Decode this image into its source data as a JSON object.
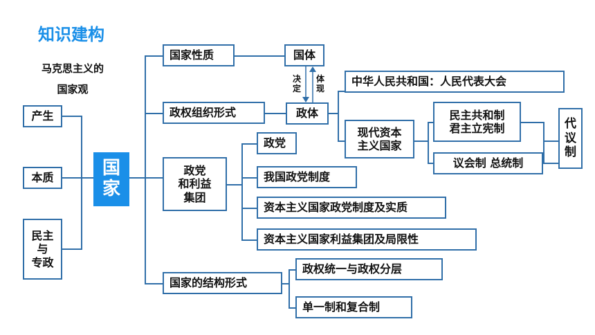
{
  "header": {
    "title": "知识建构",
    "subtitle_line1": "马克思主义的",
    "subtitle_line2": "国家观"
  },
  "center": {
    "char1": "国",
    "char2": "家"
  },
  "left_nodes": {
    "produce": "产生",
    "essence": "本质",
    "democracy_l1": "民主",
    "democracy_l2": "与",
    "democracy_l3": "专政"
  },
  "branches": {
    "nature": "国家性质",
    "org_form": "政权组织形式",
    "party_l1": "政党",
    "party_l2": "和利益",
    "party_l3": "集团",
    "structure": "国家的结构形式"
  },
  "nature_branch": {
    "state_system": "国体",
    "decide_1": "决",
    "decide_2": "定",
    "embody_1": "体",
    "embody_2": "现"
  },
  "gov_branch": {
    "polity": "政体",
    "prc": "中华人民共和国：人民代表大会",
    "cap_l1": "现代资本",
    "cap_l2": "主义国家",
    "demo_l1": "民主共和制",
    "demo_l2": "君主立宪制",
    "parl": "议会制 总统制",
    "rep_1": "代",
    "rep_2": "议",
    "rep_3": "制"
  },
  "party_branch": {
    "item1": "政党",
    "item2": "我国政党制度",
    "item3": "资本主义国家政党制度及实质",
    "item4": "资本主义国家利益集团及局限性"
  },
  "structure_branch": {
    "item1": "政权统一与政权分层",
    "item2": "单一制和复合制"
  },
  "colors": {
    "accent": "#1a8fe8",
    "border": "#2f6ea8"
  }
}
